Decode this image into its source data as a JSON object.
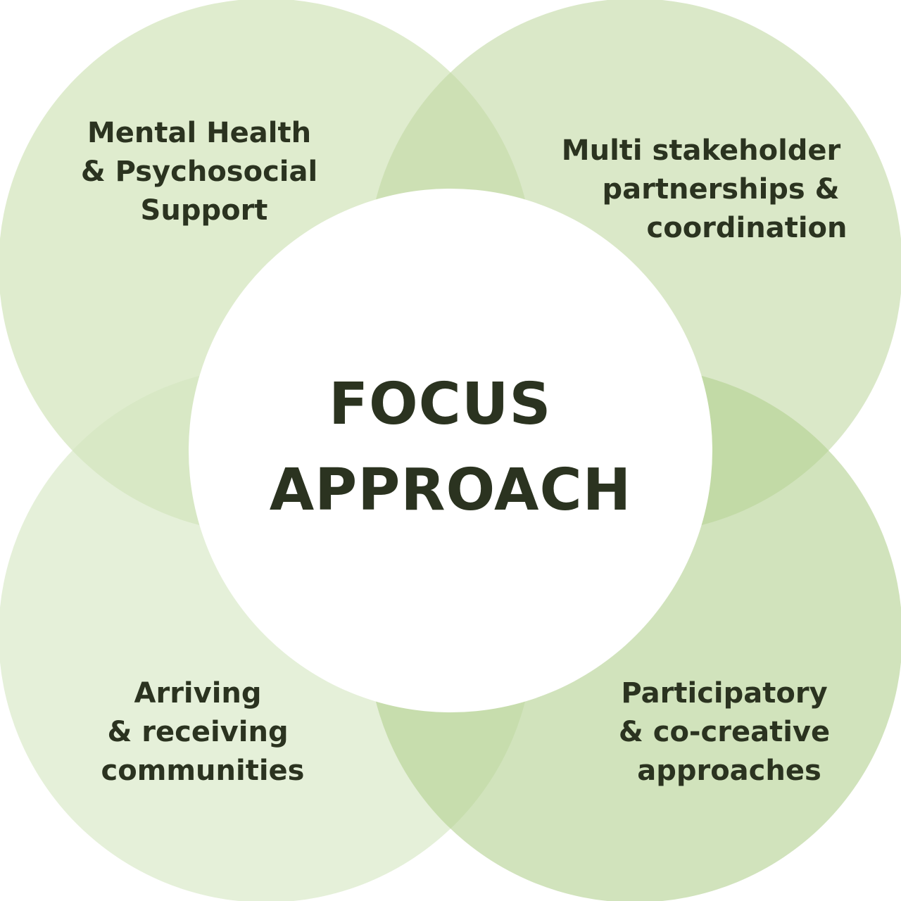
{
  "center": {
    "lines": [
      "FOCUS",
      "APPROACH"
    ]
  },
  "petals": [
    {
      "id": "top-left",
      "lines": [
        "Mental Health",
        "& Psychosocial",
        "Support"
      ],
      "color": "#c9dfae"
    },
    {
      "id": "top-right",
      "lines": [
        "Multi stakeholder",
        "partnerships &",
        "coordination"
      ],
      "color": "#c1d9a3"
    },
    {
      "id": "bottom-left",
      "lines": [
        "Arriving",
        "& receiving",
        "communities"
      ],
      "color": "#d4e6bf"
    },
    {
      "id": "bottom-right",
      "lines": [
        "Participatory",
        "& co-creative",
        "approaches"
      ],
      "color": "#b3d08f"
    }
  ],
  "colors": {
    "text": "#2b3320",
    "center_fill": "#ffffff"
  }
}
